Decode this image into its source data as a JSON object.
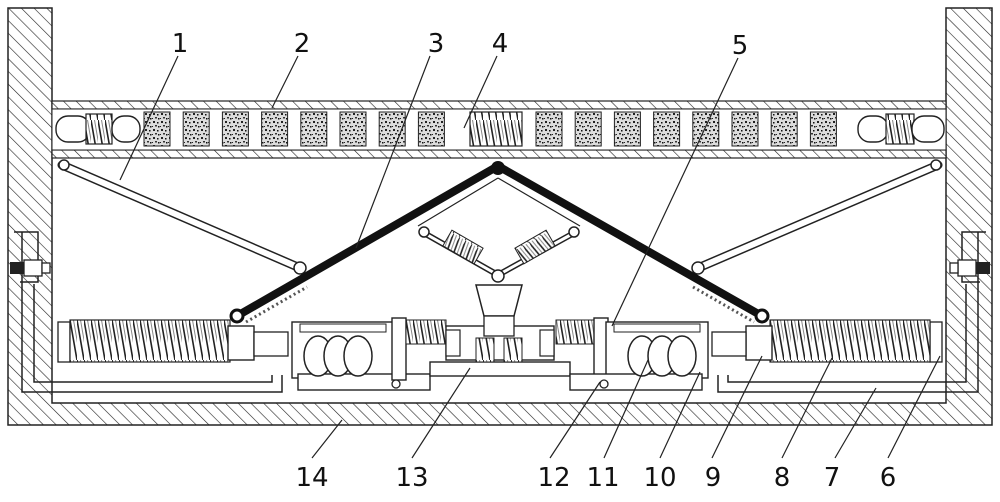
{
  "figure": {
    "labels": {
      "l1": "1",
      "l2": "2",
      "l3": "3",
      "l4": "4",
      "l5": "5",
      "l6": "6",
      "l7": "7",
      "l8": "8",
      "l9": "9",
      "l10": "10",
      "l11": "11",
      "l12": "12",
      "l13": "13",
      "l14": "14"
    }
  }
}
